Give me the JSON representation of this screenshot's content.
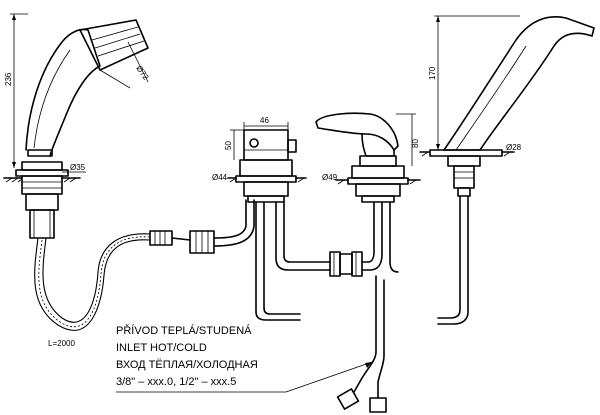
{
  "dimensions": {
    "hand_shower_height": "236",
    "hand_shower_head_dia": "Ø72",
    "hand_shower_base_dia": "Ø35",
    "hose_length": "L=2000",
    "valve_width": "46",
    "valve_height": "50",
    "valve_base_dia": "Ø44",
    "mixer_height": "80",
    "mixer_base_dia": "Ø49",
    "spout_height": "170",
    "spout_base_dia": "Ø28"
  },
  "notes": {
    "line1": "PŘÍVOD TEPLÁ/STUDENÁ",
    "line2": "INLET HOT/COLD",
    "line3": "ВХОД ТЁПЛАЯ/ХОЛОДНАЯ",
    "line4": "3/8\" – xxx.0, 1/2\" – xxx.5"
  }
}
